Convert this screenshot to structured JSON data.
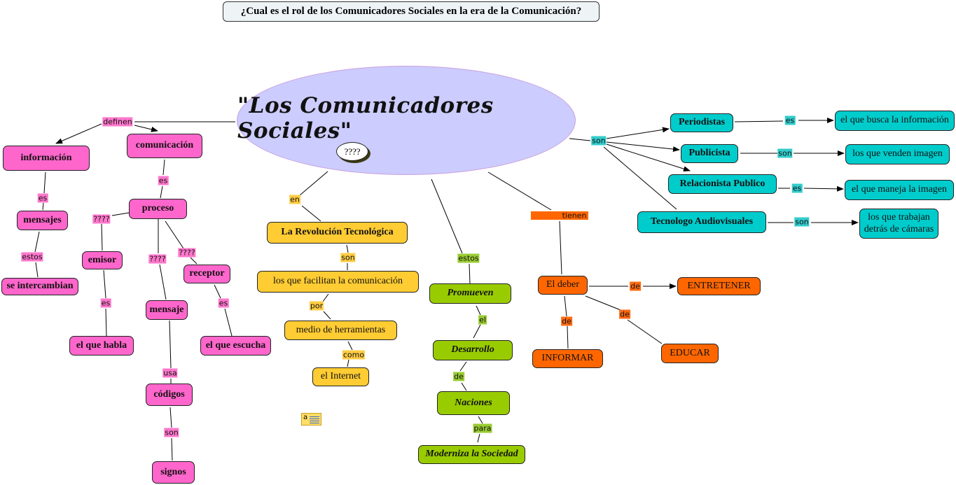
{
  "title": "¿Cual es el rol de los Comunicadores Sociales en la era de la Comunicación?",
  "root": {
    "text": "\"Los Comunicadores Sociales\"",
    "badge": "????"
  },
  "colors": {
    "pink": "#ff66cc",
    "yellow": "#ffcc33",
    "green": "#99cc00",
    "orange": "#ff6600",
    "teal": "#00cccc",
    "root": "#ccccff"
  },
  "nodes": {
    "informacion": "información",
    "comunicacion": "comunicación",
    "mensajes": "mensajes",
    "proceso": "proceso",
    "se_intercambian": "se intercambian",
    "emisor": "emisor",
    "receptor": "receptor",
    "mensaje": "mensaje",
    "el_que_habla": "el que habla",
    "el_que_escucha": "el que escucha",
    "codigos": "códigos",
    "signos": "signos",
    "revolucion": "La Revolución Tecnológica",
    "facilitan": "los que facilitan la comunicación",
    "medio": "medio de herramientas",
    "internet": "el Internet",
    "promueven": "Promueven",
    "desarrollo": "Desarrollo",
    "naciones": "Naciones",
    "moderniza": "Moderniza la Sociedad",
    "deber": "El deber",
    "entretener": "ENTRETENER",
    "informar": "INFORMAR",
    "educar": "EDUCAR",
    "periodistas": "Periodistas",
    "publicista": "Publicista",
    "relacionista": "Relacionista Publico",
    "tecnologo": "Tecnologo Audiovisuales",
    "busca": "el que busca la información",
    "venden": "los que venden imagen",
    "maneja": "el que maneja la imagen",
    "trabajan": "los que trabajan detrás de cámaras"
  },
  "links": {
    "definen": "definen",
    "es1": "es",
    "es2": "es",
    "q1": "????",
    "estos1": "estos",
    "q2": "????",
    "q3": "????",
    "es3": "es",
    "es4": "es",
    "usa": "usa",
    "son1": "son",
    "en": "en",
    "son2": "son",
    "por": "por",
    "como": "como",
    "estos2": "estos",
    "el": "el",
    "de1": "de",
    "para": "para",
    "tienen": "tienen",
    "de2": "de",
    "de3": "de",
    "de4": "de",
    "son3": "son",
    "es5": "es",
    "son4": "son",
    "es6": "es",
    "son5": "son"
  },
  "note_icon": {
    "icon": "annotation-note-icon",
    "glyph": "a"
  }
}
